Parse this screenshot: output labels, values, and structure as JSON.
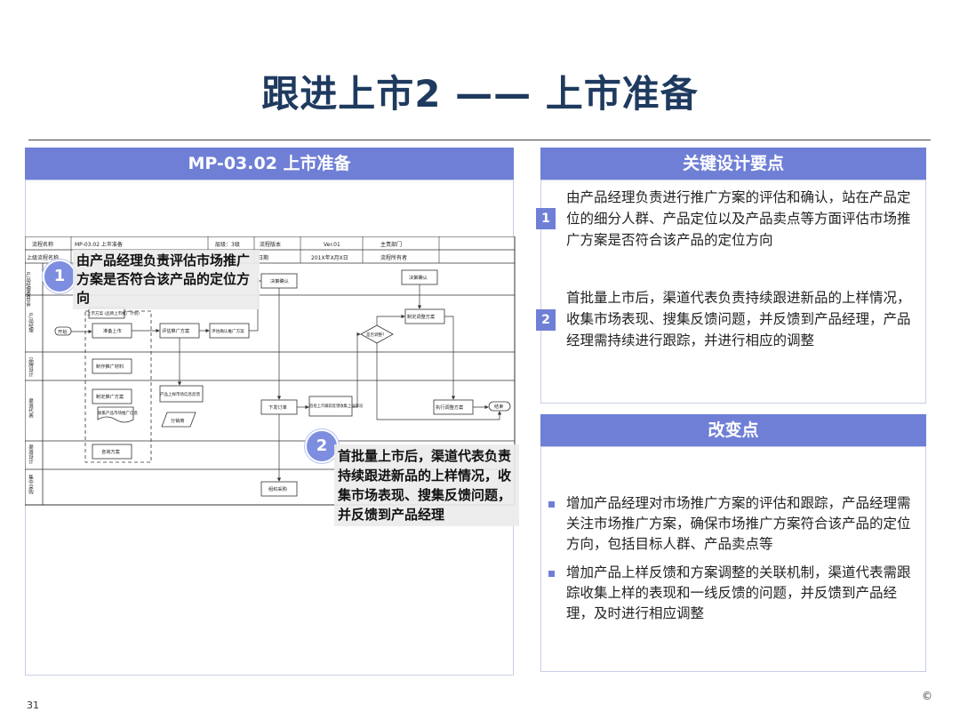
{
  "title": "跟进上市2 —— 上市准备",
  "left_panel": {
    "header": "MP-03.02 上市准备",
    "flow_header": {
      "row1": [
        "流程名称",
        "MP-03.02 上市准备",
        "层级：3级",
        "流程版本",
        "Ver.01",
        "主责部门"
      ],
      "row2": [
        "上级流程名称",
        "",
        "日期",
        "201X年X月X日",
        "流程所有者"
      ]
    },
    "lanes": [
      "产品经理委员会",
      "产品经理",
      "品牌设计",
      "渠道代表",
      "渠道设计",
      "集中采购"
    ],
    "flow_nodes": {
      "start": "开始",
      "end": "结束",
      "market_plan": "上市方案 (品牌上市推广计划)",
      "prepare_launch": "准备上市",
      "evaluate_plan": "评估推广方案",
      "confirm_plan": "评估确认推广方案",
      "decide_confirm": "决策确认",
      "decide_confirm_2": "决策确认",
      "adjust_plan": "制定调整方案",
      "decision_q": "是否调整?",
      "make_material": "制作推广材料",
      "make_promo": "制定推广方案",
      "collect_feedback": "收集产品市场推广信息",
      "feedback_plan": "产品上样市场信息反馈",
      "report": "分销商",
      "issue_order": "下发订单",
      "first_batch": "首批上市跟踪反馈收集上样情况",
      "execute_adjust": "执行调整方案",
      "consult": "咨询方案",
      "procure": "组织采购"
    },
    "callout1": {
      "num": "1",
      "text": "由产品经理负责评估市场推广方案是否符合该产品的定位方向"
    },
    "callout2": {
      "num": "2",
      "text": "首批量上市后，渠道代表负责持续跟进新品的上样情况，收集市场表现、搜集反馈问题，并反馈到产品经理"
    }
  },
  "key_points": {
    "header": "关键设计要点",
    "items": [
      {
        "num": "1",
        "text": "由产品经理负责进行推广方案的评估和确认，站在产品定位的细分人群、产品定位以及产品卖点等方面评估市场推广方案是否符合该产品的定位方向"
      },
      {
        "num": "2",
        "text": "首批量上市后，渠道代表负责持续跟进新品的上样情况，收集市场表现、搜集反馈问题，并反馈到产品经理，产品经理需持续进行跟踪，并进行相应的调整"
      }
    ]
  },
  "changes": {
    "header": "改变点",
    "items": [
      {
        "text": "增加产品经理对市场推广方案的评估和跟踪，产品经理需关注市场推广方案，确保市场推广方案符合该产品的定位方向，包括目标人群、产品卖点等"
      },
      {
        "text": "增加产品上样反馈和方案调整的关联机制，渠道代表需跟踪收集上样的表现和一线反馈的问题，并反馈到产品经理，及时进行相应调整"
      }
    ]
  },
  "page_number": "31",
  "copyright": "©",
  "colors": {
    "accent": "#6f7fd6",
    "title": "#1f3a5f",
    "callout_circle": "#7d8ee0"
  }
}
